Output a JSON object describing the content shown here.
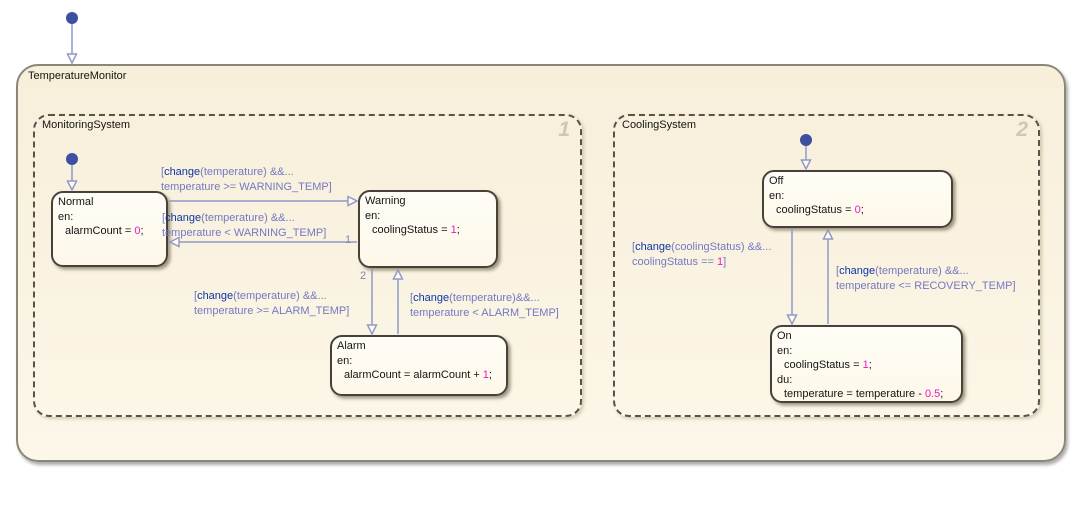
{
  "chart": {
    "title": "TemperatureMonitor",
    "regions": [
      {
        "name": "MonitoringSystem",
        "number": "1"
      },
      {
        "name": "CoolingSystem",
        "number": "2"
      }
    ]
  },
  "states": {
    "normal": {
      "title": "Normal",
      "en_label": "en:",
      "en_pre": "alarmCount = ",
      "en_num": "0",
      "en_post": ";"
    },
    "warning": {
      "title": "Warning",
      "en_label": "en:",
      "en_pre": "coolingStatus = ",
      "en_num": "1",
      "en_post": ";"
    },
    "alarm": {
      "title": "Alarm",
      "en_label": "en:",
      "en_pre": "alarmCount = alarmCount + ",
      "en_num": "1",
      "en_post": ";"
    },
    "off": {
      "title": "Off",
      "en_label": "en:",
      "en_pre": "coolingStatus = ",
      "en_num": "0",
      "en_post": ";"
    },
    "on": {
      "title": "On",
      "en_label": "en:",
      "en_pre": "coolingStatus = ",
      "en_num": "1",
      "en_post": ";",
      "du_label": "du:",
      "du_pre": "temperature = temperature - ",
      "du_num": "0.5",
      "du_post": ";"
    }
  },
  "transitions": {
    "normal_to_warning": {
      "l1_open": "[",
      "keyword": "change",
      "l1_rest": "(temperature) &&...",
      "l2": "temperature >= WARNING_TEMP]"
    },
    "warning_to_normal": {
      "l1_open": "[",
      "keyword": "change",
      "l1_rest": "(temperature) &&...",
      "l2": "temperature < WARNING_TEMP]",
      "priority": "1"
    },
    "warning_to_alarm": {
      "l1_open": "[",
      "keyword": "change",
      "l1_rest": "(temperature) &&...",
      "l2": "temperature >= ALARM_TEMP]",
      "priority": "2"
    },
    "alarm_to_warning": {
      "l1_open": "[",
      "keyword": "change",
      "l1_rest": "(temperature)&&...",
      "l2": "temperature < ALARM_TEMP]"
    },
    "off_to_on": {
      "l1_open": "[",
      "keyword": "change",
      "l1_rest": "(coolingStatus) &&...",
      "l2_pre": "coolingStatus == ",
      "l2_num": "1",
      "l2_post": "]"
    },
    "on_to_off": {
      "l1_open": "[",
      "keyword": "change",
      "l1_rest": "(temperature) &&...",
      "l2": "temperature <= RECOVERY_TEMP]"
    }
  },
  "colors": {
    "transition_line": "#9199c9",
    "keyword_blue": "#0d35a6",
    "literal_magenta": "#ed18c5",
    "state_fill": "#fffdf4",
    "state_border": "#46423a",
    "chart_fill": "#f9f2df",
    "chart_border": "#8b867a",
    "default_dot": "#3e4fa0",
    "region_number_gray": "#cdc7b8"
  }
}
